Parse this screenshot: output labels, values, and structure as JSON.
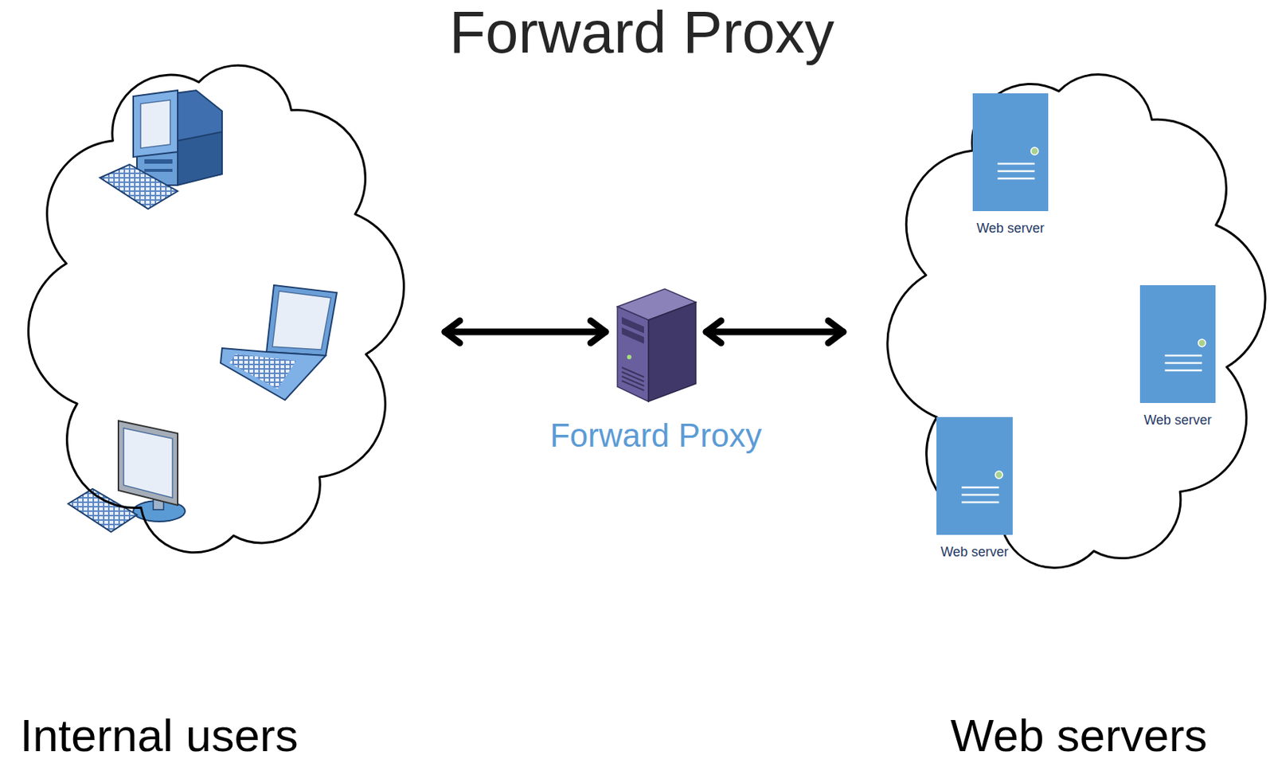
{
  "diagram": {
    "title": "Forward Proxy",
    "nodes": [
      {
        "text": [
          "Internal users"
        ]
      },
      {
        "text": [
          "Forward Proxy"
        ]
      },
      {
        "text": [
          "Web servers"
        ]
      },
      {
        "text": [
          "Web server"
        ],
        "in": 2
      },
      {
        "text": [
          "Web server"
        ],
        "in": 2
      },
      {
        "text": [
          "Web server"
        ],
        "in": 2
      }
    ],
    "edges": [
      {
        "from": 0,
        "to": 1,
        "arrow": "both"
      },
      {
        "from": 1,
        "to": 2,
        "arrow": "both"
      }
    ]
  }
}
